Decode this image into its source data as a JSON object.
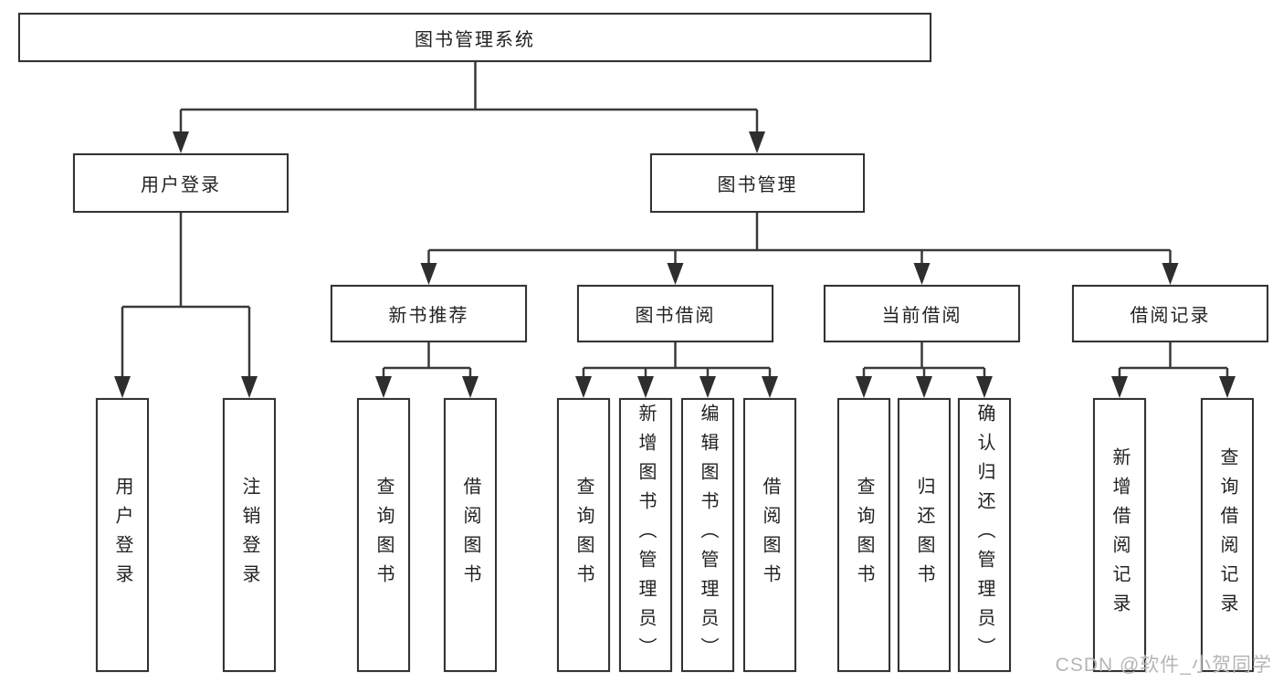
{
  "diagram": {
    "root": {
      "label": "图书管理系统"
    },
    "branches": [
      {
        "label": "用户登录",
        "children": [
          {
            "label": "用户登录"
          },
          {
            "label": "注销登录"
          }
        ]
      },
      {
        "label": "图书管理",
        "children": [
          {
            "label": "新书推荐",
            "children": [
              {
                "label": "查询图书"
              },
              {
                "label": "借阅图书"
              }
            ]
          },
          {
            "label": "图书借阅",
            "children": [
              {
                "label": "查询图书"
              },
              {
                "label": "新增图书（管理员）"
              },
              {
                "label": "编辑图书（管理员）"
              },
              {
                "label": "借阅图书"
              }
            ]
          },
          {
            "label": "当前借阅",
            "children": [
              {
                "label": "查询图书"
              },
              {
                "label": "归还图书"
              },
              {
                "label": "确认归还（管理员）"
              }
            ]
          },
          {
            "label": "借阅记录",
            "children": [
              {
                "label": "新增借阅记录"
              },
              {
                "label": "查询借阅记录"
              }
            ]
          }
        ]
      }
    ],
    "watermark": "CSDN @软件_小贺同学",
    "colors": {
      "background": "#ffffff",
      "line": "#3a3a3a",
      "arrowhead": "#2e2e2e",
      "box_border": "#333333",
      "text": "#222222",
      "watermark": "#b5b5b5"
    }
  }
}
